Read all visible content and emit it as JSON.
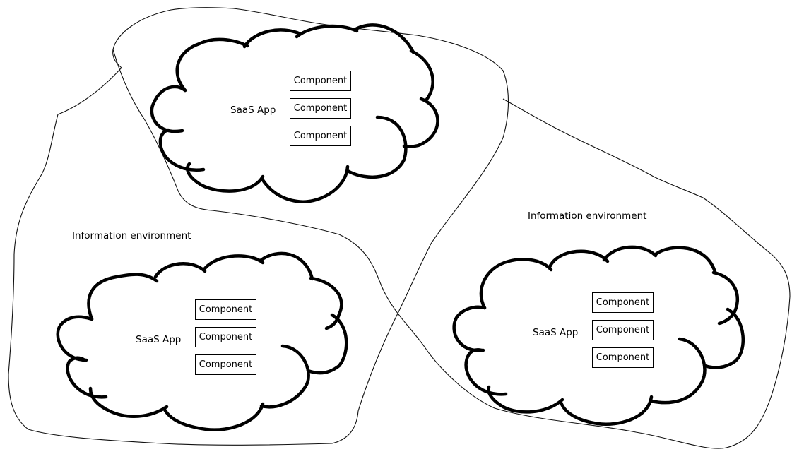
{
  "environments": [
    {
      "label": "Information environment"
    },
    {
      "label": "Information environment"
    }
  ],
  "clouds": [
    {
      "label": "SaaS App",
      "components": [
        "Component",
        "Component",
        "Component"
      ]
    },
    {
      "label": "SaaS App",
      "components": [
        "Component",
        "Component",
        "Component"
      ]
    },
    {
      "label": "SaaS App",
      "components": [
        "Component",
        "Component",
        "Component"
      ]
    }
  ]
}
